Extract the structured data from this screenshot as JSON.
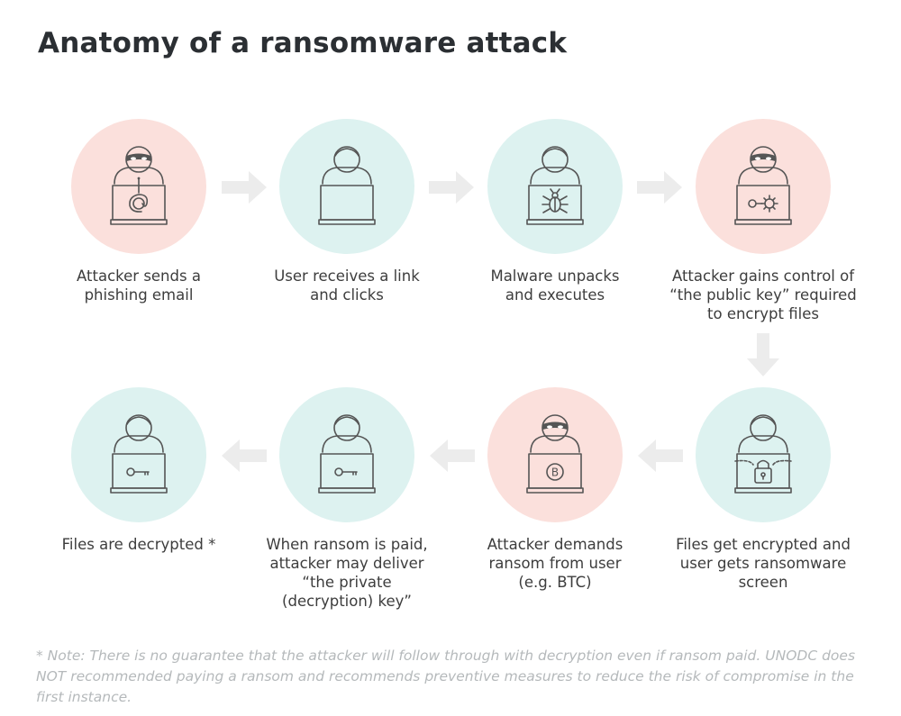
{
  "title": "Anatomy of a ransomware attack",
  "colors": {
    "attacker_bg": "#fbe0dc",
    "user_bg": "#ddf2f0",
    "arrow": "#ececec",
    "line": "#555555"
  },
  "steps": [
    {
      "caption": "Attacker sends a\nphishing email",
      "role": "attacker",
      "icon": "email-at-icon"
    },
    {
      "caption": "User receives a link\nand clicks",
      "role": "user",
      "icon": "blank-screen"
    },
    {
      "caption": "Malware unpacks\nand executes",
      "role": "user",
      "icon": "bug-icon"
    },
    {
      "caption": "Attacker gains control of\n“the public key” required\nto encrypt files",
      "role": "attacker",
      "icon": "key-virus-icon"
    },
    {
      "caption": "Files get encrypted and\nuser gets ransomware\nscreen",
      "role": "user",
      "icon": "padlock-chain-icon"
    },
    {
      "caption": "Attacker demands\nransom from user\n(e.g. BTC)",
      "role": "attacker",
      "icon": "bitcoin-icon"
    },
    {
      "caption": "When ransom is paid,\nattacker may deliver\n“the private\n(decryption) key”",
      "role": "user",
      "icon": "key-icon"
    },
    {
      "caption": "Files are decrypted *",
      "role": "user",
      "icon": "key-icon"
    }
  ],
  "note": "* Note: There is no guarantee that the attacker will follow through with decryption even if ransom paid. UNODC does NOT recommended paying a ransom and recommends preventive measures to reduce the risk of compromise in the first instance."
}
